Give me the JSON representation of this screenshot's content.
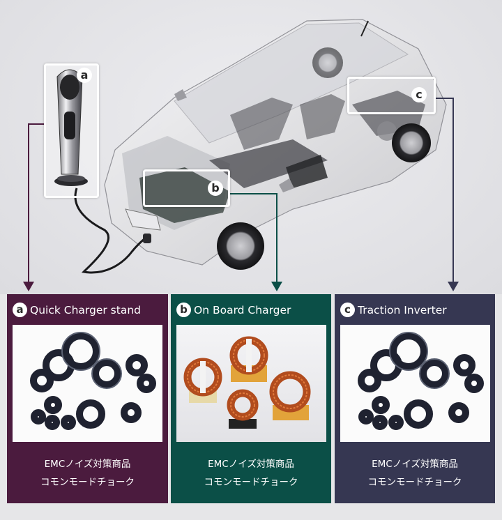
{
  "markers": {
    "a": "a",
    "b": "b",
    "c": "c"
  },
  "panels": [
    {
      "letter": "a",
      "title": "Quick Charger stand",
      "caption_line1": "EMCノイズ対策商品",
      "caption_line2": "コモンモードチョーク",
      "color": "#4b1b3e"
    },
    {
      "letter": "b",
      "title": "On Board Charger",
      "caption_line1": "EMCノイズ対策商品",
      "caption_line2": "コモンモードチョーク",
      "color": "#0b4f47"
    },
    {
      "letter": "c",
      "title": "Traction Inverter",
      "caption_line1": "EMCノイズ対策商品",
      "caption_line2": "コモンモードチョーク",
      "color": "#363752"
    }
  ]
}
